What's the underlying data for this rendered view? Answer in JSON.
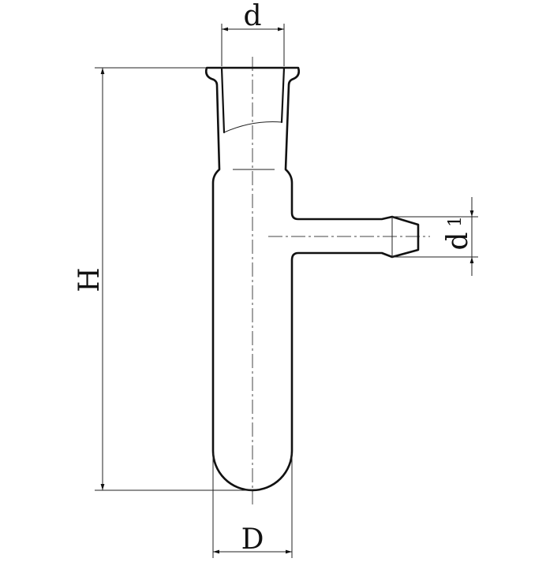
{
  "diagram": {
    "labels": {
      "top_diameter": "d",
      "height": "H",
      "side_arm_diameter_main": "d",
      "side_arm_diameter_sub": "1",
      "tube_diameter": "D"
    }
  }
}
